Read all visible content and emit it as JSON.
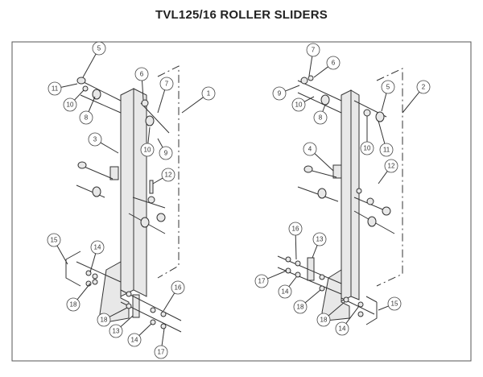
{
  "title": "TVL125/16 ROLLER SLIDERS",
  "left_assembly": {
    "callouts": [
      "5",
      "11",
      "10",
      "8",
      "6",
      "7",
      "1",
      "10",
      "9",
      "3",
      "12",
      "15",
      "14",
      "18",
      "18",
      "13",
      "14",
      "16",
      "17"
    ]
  },
  "right_assembly": {
    "callouts": [
      "7",
      "6",
      "9",
      "10",
      "8",
      "5",
      "2",
      "10",
      "11",
      "4",
      "12",
      "13",
      "16",
      "17",
      "14",
      "18",
      "18",
      "14",
      "15"
    ]
  }
}
